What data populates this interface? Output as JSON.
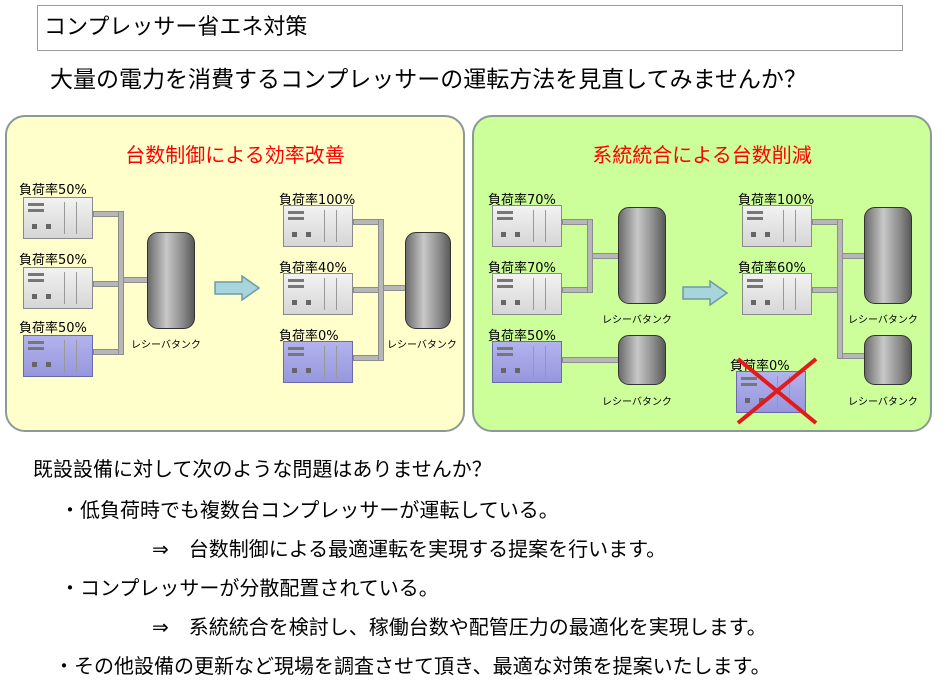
{
  "header": {
    "title": "コンプレッサー省エネ対策",
    "subtitle": "大量の電力を消費するコンプレッサーの運転方法を見直してみませんか？"
  },
  "colors": {
    "left_panel_bg": "#ffffcc",
    "right_panel_bg": "#ccff99",
    "panel_title": "#ff0000",
    "compressor_idle": "#9696dd",
    "cross": "#e31a1a"
  },
  "left_panel": {
    "title": "台数制御による効率改善",
    "before": {
      "compressors": [
        {
          "label": "負荷率50%",
          "state": "gray"
        },
        {
          "label": "負荷率50%",
          "state": "gray"
        },
        {
          "label": "負荷率50%",
          "state": "blue"
        }
      ],
      "tank_label": "レシーバタンク"
    },
    "after": {
      "compressors": [
        {
          "label": "負荷率100%",
          "state": "gray"
        },
        {
          "label": "負荷率40%",
          "state": "gray"
        },
        {
          "label": "負荷率0%",
          "state": "blue"
        }
      ],
      "tank_label": "レシーバタンク"
    }
  },
  "right_panel": {
    "title": "系統統合による台数削減",
    "before": {
      "compressors": [
        {
          "label": "負荷率70%",
          "state": "gray"
        },
        {
          "label": "負荷率70%",
          "state": "gray"
        },
        {
          "label": "負荷率50%",
          "state": "blue"
        }
      ],
      "tank_labels": [
        "レシーバタンク",
        "レシーバタンク"
      ]
    },
    "after": {
      "compressors": [
        {
          "label": "負荷率100%",
          "state": "gray"
        },
        {
          "label": "負荷率60%",
          "state": "gray"
        },
        {
          "label": "負荷率0%",
          "state": "blue-removed"
        }
      ],
      "tank_labels": [
        "レシーバタンク",
        "レシーバタンク"
      ]
    }
  },
  "body": {
    "question": "既設設備に対して次のような問題はありませんか？",
    "items": [
      "・低負荷時でも複数台コンプレッサーが運転している。",
      "⇒　台数制御による最適運転を実現する提案を行います。",
      "・コンプレッサーが分散配置されている。",
      "⇒　系統統合を検討し、稼働台数や配管圧力の最適化を実現します。",
      "・その他設備の更新など現場を調査させて頂き、最適な対策を提案いたします。"
    ]
  }
}
